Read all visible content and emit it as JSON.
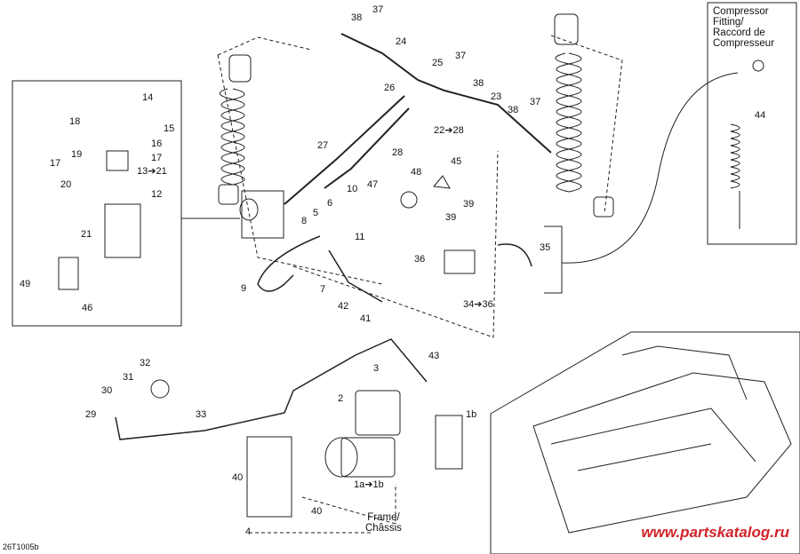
{
  "diagram": {
    "callouts": {
      "c1": "1b",
      "c2": "2",
      "c3": "3",
      "c4": "4",
      "c5": "5",
      "c6": "6",
      "c7": "7",
      "c8": "8",
      "c9": "9",
      "c10": "10",
      "c11": "11",
      "c12": "12",
      "c13": "13➔21",
      "c14": "14",
      "c15": "15",
      "c16": "16",
      "c17": "17",
      "c18": "18",
      "c19": "19",
      "c20": "20",
      "c21": "21",
      "c22": "22➔28",
      "c23": "23",
      "c24": "24",
      "c25": "25",
      "c26": "26",
      "c27": "27",
      "c28": "28",
      "c29": "29",
      "c30": "30",
      "c31": "31",
      "c32": "32",
      "c33": "33",
      "c34": "34➔36",
      "c35": "35",
      "c36": "36",
      "c37": "37",
      "c38": "38",
      "c39": "39",
      "c40": "40",
      "c41": "41",
      "c42": "42",
      "c43": "43",
      "c44": "44",
      "c45": "45",
      "c46": "46",
      "c47": "47",
      "c48": "48",
      "c49": "49",
      "c1a": "1a➔1b"
    },
    "compressor_fitting": "Compressor\nFitting/\nRaccord de\nCompresseur",
    "frame": "Frame/\nChâssis",
    "drawing_code": "26T1005b",
    "watermark": "www.partskatalog.ru"
  }
}
